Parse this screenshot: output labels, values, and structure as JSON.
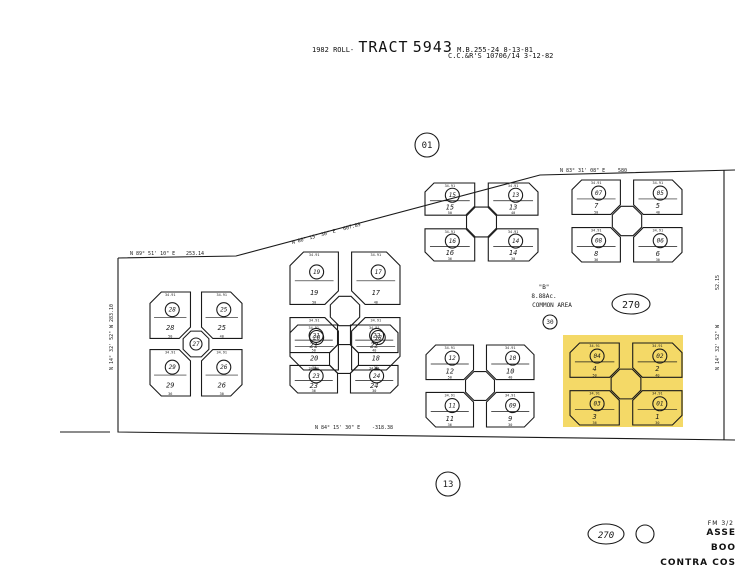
{
  "header": {
    "roll": "1982 ROLL-",
    "tract_label": "TRACT",
    "tract_number": "5943",
    "map_book": "M.B.255-24",
    "map_date": "8-13-81",
    "ccr": "C.C.&R'S",
    "ccr_ref": "10706/14",
    "ccr_date": "3-12-82"
  },
  "parcels": {
    "top_circle": "01",
    "bottom_circle": "13",
    "page_ref": "270",
    "page_ref_bottom": "270",
    "common_area_letter": "\"B\"",
    "common_area_acreage": "8.88Ac.",
    "common_area_label": "COMMON AREA",
    "common_area_parcel": "30"
  },
  "boundary": {
    "north_bearing": "N 83° 31' 08\" E",
    "north_length": "580",
    "diag_bearing": "N 80° 15' 30\" E",
    "diag_length": "607.89",
    "west_top_bearing": "N 89° 51' 10\" E",
    "west_top_length": "253.14",
    "west_side_bearing": "N 14° 32' 52\" W",
    "west_side_length": "283.10",
    "south_bearing": "N 84° 15' 30\" E",
    "south_length": "-318.38",
    "east_bearing": "N 14° 32' 52\" W",
    "east_length": "52.15"
  },
  "clusters": [
    {
      "id": "c25",
      "center": "27",
      "lots": [
        {
          "lot": "28",
          "circle": "28"
        },
        {
          "lot": "25",
          "circle": "25"
        },
        {
          "lot": "29",
          "circle": "29"
        },
        {
          "lot": "26",
          "circle": "26"
        }
      ]
    },
    {
      "id": "c18",
      "center": "",
      "lots": [
        {
          "lot": "19",
          "circle": "19"
        },
        {
          "lot": "17",
          "circle": "17"
        },
        {
          "lot": "20",
          "circle": "20"
        },
        {
          "lot": "18",
          "circle": "18"
        }
      ]
    },
    {
      "id": "c22",
      "center": "",
      "lots": [
        {
          "lot": "21",
          "circle": "21"
        },
        {
          "lot": "22",
          "circle": "22"
        },
        {
          "lot": "23",
          "circle": "23"
        },
        {
          "lot": "24",
          "circle": "24"
        }
      ]
    },
    {
      "id": "c14",
      "center": "",
      "lots": [
        {
          "lot": "15",
          "circle": "15"
        },
        {
          "lot": "13",
          "circle": "13"
        },
        {
          "lot": "16",
          "circle": "16"
        },
        {
          "lot": "14",
          "circle": "14"
        }
      ]
    },
    {
      "id": "c06",
      "center": "",
      "lots": [
        {
          "lot": "7",
          "circle": "07"
        },
        {
          "lot": "5",
          "circle": "05"
        },
        {
          "lot": "8",
          "circle": "08"
        },
        {
          "lot": "6",
          "circle": "06"
        }
      ]
    },
    {
      "id": "c10",
      "center": "",
      "lots": [
        {
          "lot": "12",
          "circle": "12"
        },
        {
          "lot": "10",
          "circle": "10"
        },
        {
          "lot": "11",
          "circle": "11"
        },
        {
          "lot": "9",
          "circle": "09"
        }
      ]
    },
    {
      "id": "c02",
      "center": "",
      "lots": [
        {
          "lot": "4",
          "circle": "04"
        },
        {
          "lot": "2",
          "circle": "02"
        },
        {
          "lot": "3",
          "circle": "03"
        },
        {
          "lot": "1",
          "circle": "01"
        }
      ]
    }
  ],
  "highlight": {
    "cluster": "c02",
    "color": "#f2d24c"
  },
  "corner_text": [
    "FM 3/2",
    "ASSE",
    "BOO",
    "CONTRA COS"
  ],
  "lot_dims": [
    "34.91",
    "36.50",
    "50",
    "40",
    "36",
    "30",
    "26",
    "60"
  ]
}
